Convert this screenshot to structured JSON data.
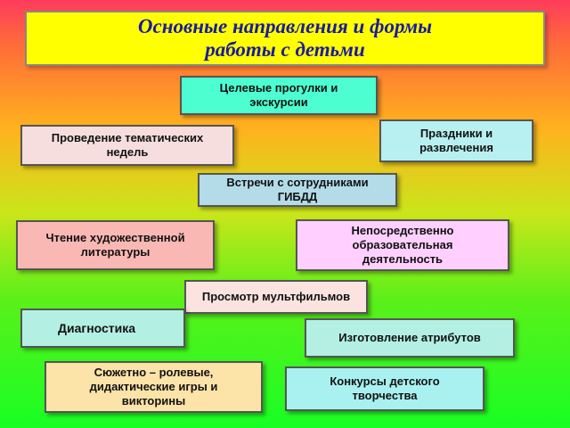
{
  "title": "Основные направления и формы\nработы с детьми",
  "items": [
    {
      "label": "Целевые прогулки и\nэкскурсии"
    },
    {
      "label": "Праздники и\nразвлечения"
    },
    {
      "label": "Проведение тематических\nнедель"
    },
    {
      "label": "Встречи с сотрудниками\nГИБДД"
    },
    {
      "label": "Чтение художественной\nлитературы"
    },
    {
      "label": "Непосредственно\nобразовательная\nдеятельность"
    },
    {
      "label": "Просмотр мультфильмов"
    },
    {
      "label": "Диагностика"
    },
    {
      "label": "Изготовление атрибутов"
    },
    {
      "label": "Сюжетно – ролевые,\nдидактические игры и\nвикторины"
    },
    {
      "label": "Конкурсы детского\nтворчества"
    }
  ]
}
